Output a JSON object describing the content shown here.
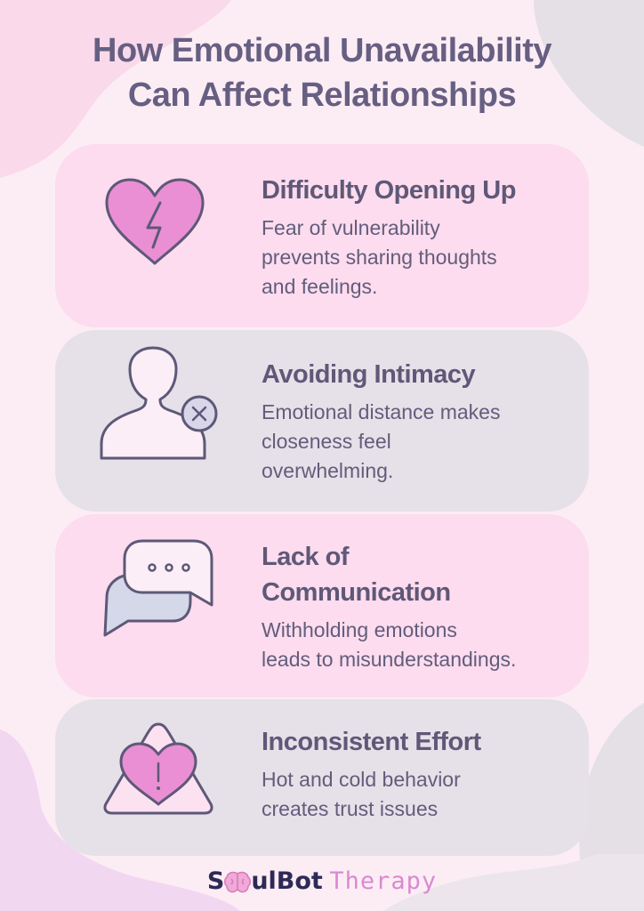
{
  "title": {
    "line1": "How Emotional Unavailability",
    "line2": "Can Affect Relationships"
  },
  "cards": [
    {
      "icon": "broken-heart-icon",
      "heading": "Difficulty Opening Up",
      "desc": [
        "Fear of vulnerability",
        "prevents sharing thoughts",
        "and feelings."
      ]
    },
    {
      "icon": "person-x-icon",
      "heading": "Avoiding Intimacy",
      "desc": [
        "Emotional distance makes",
        "closeness feel",
        "overwhelming."
      ]
    },
    {
      "icon": "chat-bubbles-icon",
      "heading_lines": [
        "Lack of",
        "Communication"
      ],
      "desc": [
        "Withholding emotions",
        "leads to misunderstandings."
      ]
    },
    {
      "icon": "warning-heart-icon",
      "heading": "Inconsistent Effort",
      "desc": [
        "Hot and cold behavior",
        "creates trust issues"
      ]
    }
  ],
  "footer": {
    "brand_s": "S",
    "brand_rest": "ulBot",
    "brand_suffix": "Therapy"
  },
  "colors": {
    "background": "#fcedf5",
    "card_pink": "#fcdcee",
    "card_gray": "#e6e0e8",
    "text": "#5f5878",
    "icon_pink": "#ea8fd3",
    "icon_outline": "#5e5878",
    "brand_dark": "#2e2a56",
    "brand_pink": "#d98ad0"
  }
}
